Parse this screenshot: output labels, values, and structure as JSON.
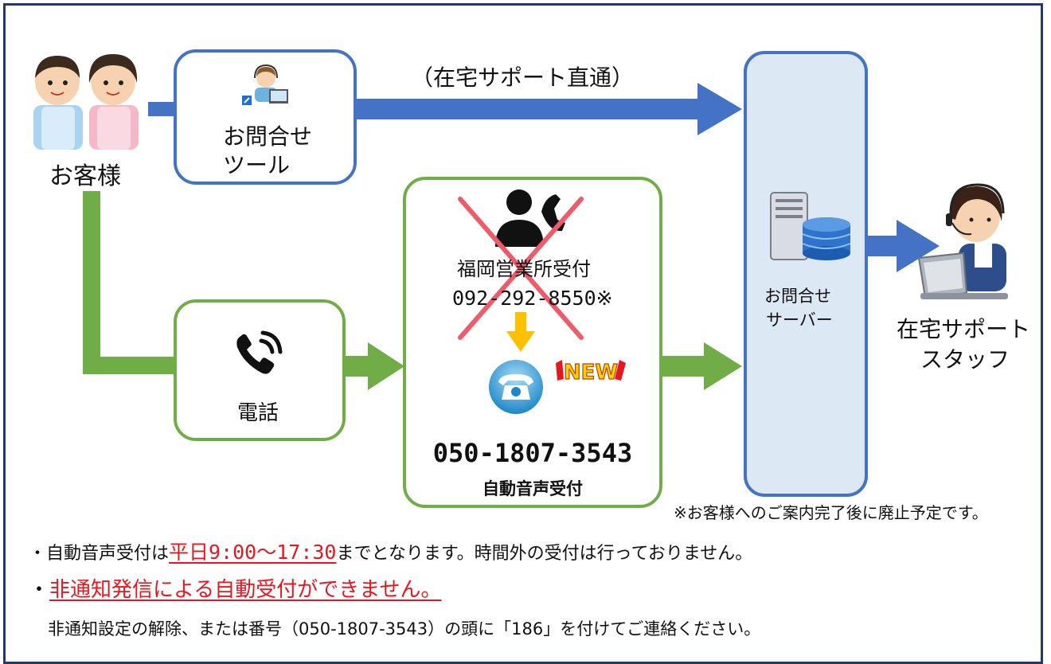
{
  "customer_label": "お客様",
  "tool_box": {
    "line1": "お問合せ",
    "line2": "ツール"
  },
  "direct_label": "（在宅サポート直通）",
  "phone_box": {
    "label": "電話"
  },
  "reception": {
    "office_label": "福岡営業所受付",
    "office_number": "092-292-8550※",
    "new_badge": "NEW",
    "new_number": "050-1807-3543",
    "new_caption": "自動音声受付"
  },
  "server": {
    "line1": "お問合せ",
    "line2": "サーバー"
  },
  "staff": {
    "line1": "在宅サポート",
    "line2": "スタッフ"
  },
  "footnote": "※お客様へのご案内完了後に廃止予定です。",
  "notes": {
    "note1_prefix": "・自動音声受付は",
    "note1_hours": "平日9:00～17:30",
    "note1_suffix": "までとなります。時間外の受付は行っておりません。",
    "note2_bullet": "・",
    "note2_text": "非通知発信による自動受付ができません。",
    "note3": "非通知設定の解除、または番号（050-1807-3543）の頭に「186」を付けてご連絡ください。"
  },
  "colors": {
    "blue_flow": "#4472c4",
    "green_flow": "#70ad47",
    "server_fill": "#dde8f5",
    "warning_red": "#e8171f",
    "arrow_yellow": "#ffc000",
    "frame": "#1f3a6b"
  },
  "icons": {
    "customers": "customers-illustration",
    "tool": "support-operator-icon",
    "phone": "phone-handset-icon",
    "office_operator": "person-phone-icon",
    "new_phone": "telephone-round-icon",
    "server": "server-database-icon",
    "staff": "support-staff-illustration"
  }
}
